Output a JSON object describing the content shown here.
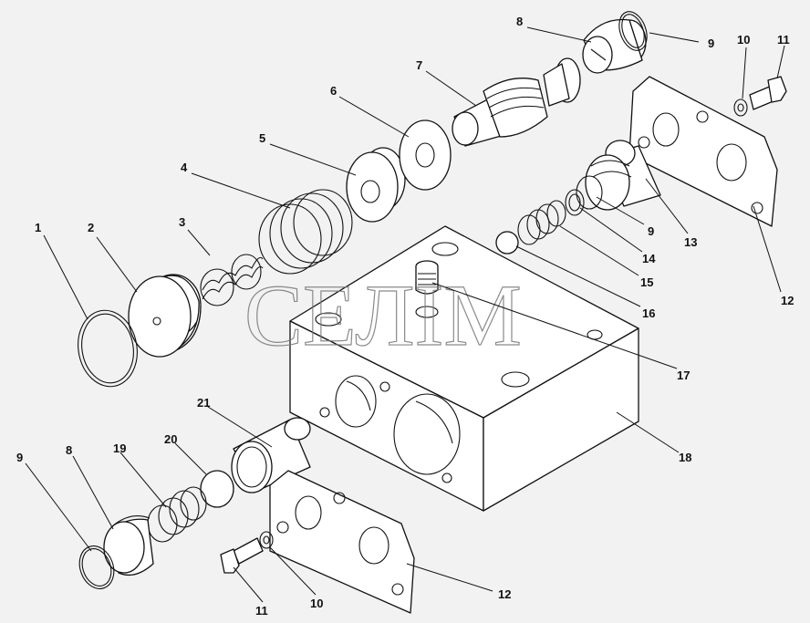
{
  "watermark": "СЕЛІМ",
  "labels": {
    "l1": "1",
    "l2": "2",
    "l3": "3",
    "l4": "4",
    "l5": "5",
    "l6": "6",
    "l7": "7",
    "l8a": "8",
    "l8b": "8",
    "l9a": "9",
    "l9b": "9",
    "l9c": "9",
    "l10a": "10",
    "l10b": "10",
    "l11a": "11",
    "l11b": "11",
    "l12a": "12",
    "l12b": "12",
    "l13": "13",
    "l14": "14",
    "l15": "15",
    "l16": "16",
    "l17": "17",
    "l18": "18",
    "l19": "19",
    "l20": "20",
    "l21": "21"
  }
}
